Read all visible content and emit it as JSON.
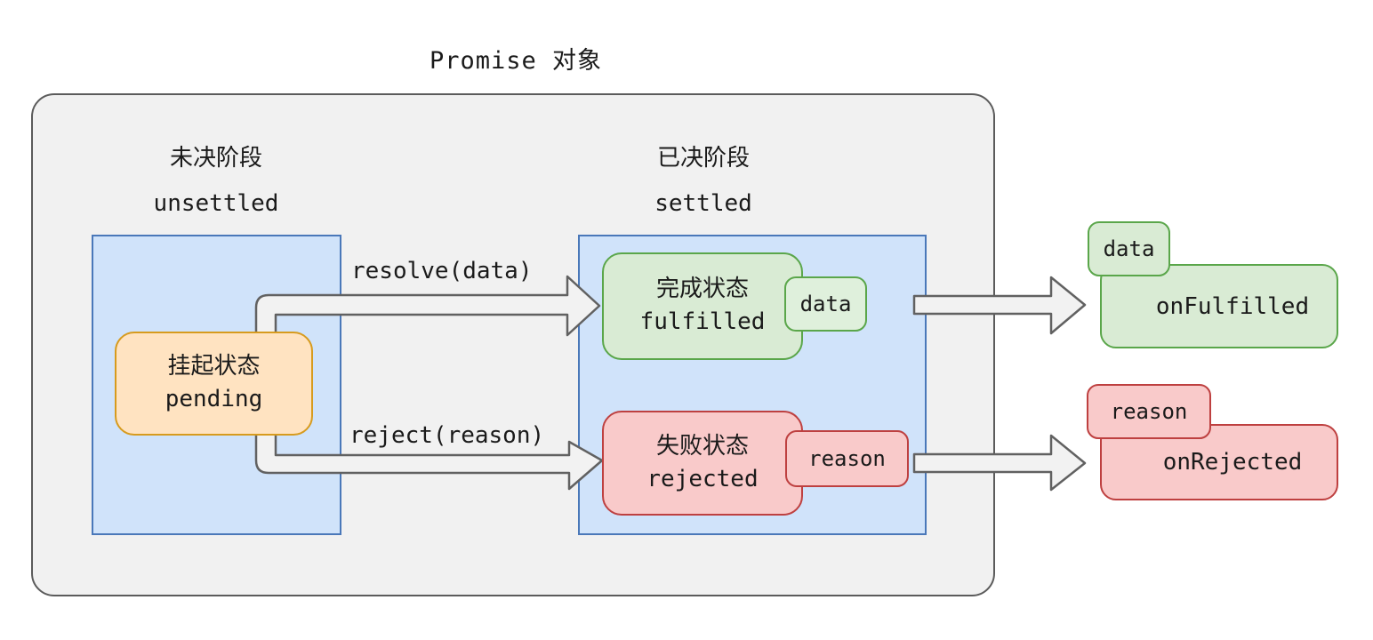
{
  "title": "Promise 对象",
  "stages": {
    "unsettled": {
      "zh": "未决阶段",
      "en": "unsettled"
    },
    "settled": {
      "zh": "已决阶段",
      "en": "settled"
    }
  },
  "states": {
    "pending": {
      "zh": "挂起状态",
      "en": "pending"
    },
    "fulfilled": {
      "zh": "完成状态",
      "en": "fulfilled",
      "tag": "data"
    },
    "rejected": {
      "zh": "失败状态",
      "en": "rejected",
      "tag": "reason"
    }
  },
  "transitions": {
    "resolve": "resolve(data)",
    "reject": "reject(reason)"
  },
  "callbacks": {
    "fulfilled": {
      "label": "onFulfilled",
      "tag": "data"
    },
    "rejected": {
      "label": "onRejected",
      "tag": "reason"
    }
  },
  "colors": {
    "container_fill": "#F1F1F1",
    "container_stroke": "#5B5B5B",
    "stage_fill": "#D0E3FA",
    "stage_stroke": "#4A78B9",
    "pending_fill": "#FFE3C1",
    "pending_stroke": "#D79B1E",
    "fulfilled_fill": "#D9EBD4",
    "fulfilled_stroke": "#5AA64A",
    "rejected_fill": "#F9CACA",
    "rejected_stroke": "#BE4040",
    "arrow_fill": "#F2F2F2",
    "arrow_stroke": "#616161"
  }
}
